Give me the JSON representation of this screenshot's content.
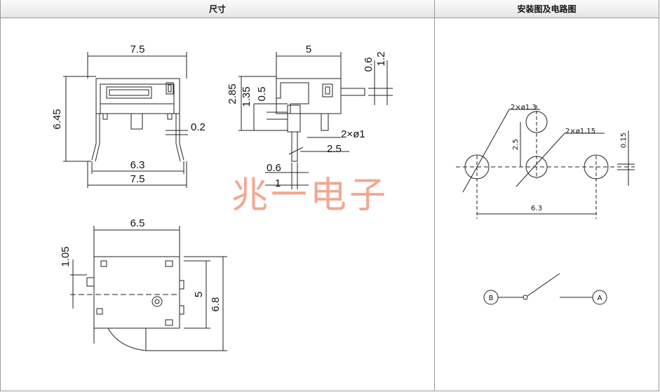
{
  "headers": {
    "dimensions": "尺寸",
    "install": "安装图及电路图"
  },
  "watermark": "兆一电子",
  "front_view": {
    "top_width": "7.5",
    "height": "6.45",
    "pin_offset": "0.2",
    "pin_pitch": "6.3",
    "bottom_width": "7.5"
  },
  "side_view": {
    "width": "5",
    "d_06": "0.6",
    "d_12": "1.2",
    "h_285": "2.85",
    "h_135": "1.35",
    "h_05": "0.5",
    "pin_dia": "2×ø1",
    "d_25": "2.5",
    "d_06b": "0.6",
    "d_1": "1"
  },
  "top_view": {
    "width": "6.5",
    "d_105": "1.05",
    "h_5": "5",
    "h_68": "6.8"
  },
  "pcb_layout": {
    "big_hole": "2×ø1.3",
    "small_hole": "2×ø1.15",
    "v_25": "2.5",
    "v_015": "0.15",
    "pitch": "6.3"
  },
  "circuit": {
    "terminal_b": "B",
    "terminal_a": "A"
  }
}
